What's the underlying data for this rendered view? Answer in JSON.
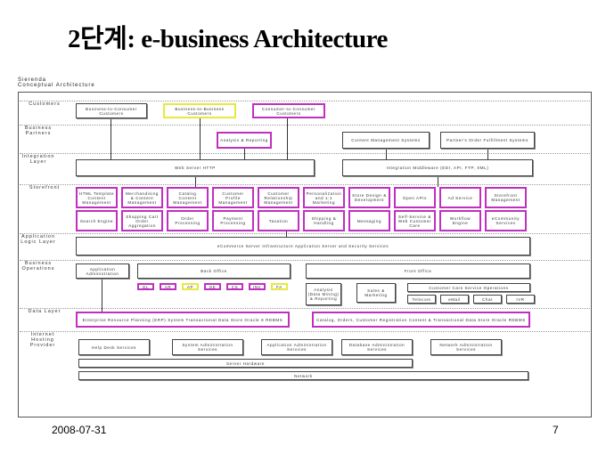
{
  "title": "2단계: e-business Architecture",
  "subtitle": [
    "Sierenda",
    "Conceptual Architecture"
  ],
  "footer": {
    "date": "2008-07-31",
    "page": "7"
  },
  "colors": {
    "accent_magenta": "#c030c0",
    "accent_yellow": "#e8e840",
    "border": "#444444"
  },
  "lanes": [
    "Customers",
    "Business Partners",
    "Integration Layer",
    "Storefront",
    "Application Logic Layer",
    "Business Operations",
    "Data Layer",
    "Internet Hosting Provider"
  ],
  "customers": [
    "Business-to-Consumer Customers",
    "Business-to-Business Customers",
    "Consumer-to-Consumer Customers"
  ],
  "partners": [
    "Analysis & Reporting",
    "Content Management Systems",
    "Partner's Order Fulfillment Systems"
  ],
  "integration": [
    "Web Server HTTP",
    "Integration Middleware (EDI, API, FTP, XML)"
  ],
  "storefront_row1": [
    "HTML Template Content Management",
    "Merchandising & Content Management",
    "Catalog Content Management",
    "Customer Profile Management",
    "Customer Relationship Management",
    "Personalization and 1:1 Marketing",
    "Store Design & Development",
    "Open APIs",
    "Ad Service",
    "Storefront Management"
  ],
  "storefront_row2": [
    "Search Engine",
    "Shopping Cart Order Aggregation",
    "Order Processing",
    "Payment Processing",
    "Taxation",
    "Shipping & Handling",
    "Messaging",
    "Self-Service & Web Customer Care",
    "Workflow Engine",
    "eCommunity Services"
  ],
  "app_logic": "eCommerce Server Infrastructure Application Server and Security Services",
  "operations": {
    "app_admin": "Application Administration",
    "back_office": "Back Office",
    "front_office": "Front Office",
    "modules": [
      "GL",
      "AR",
      "AP",
      "OE",
      "CS",
      "INV",
      "FA"
    ],
    "analysis": "Analysis (Data Mining) & Reporting",
    "sales": "Sales & Marketing",
    "care": "Customer Care Service Operations",
    "channels": [
      "Telecom",
      "eMail",
      "Chat",
      "IVR"
    ]
  },
  "data_layer": [
    "Enterprise Resource Planning (ERP) System Transactional Data Store Oracle 8 RDBMS",
    "Catalog, Orders, Customer Registration Content & Transactional Data Store Oracle RDBMS"
  ],
  "hosting": [
    "Help Desk Services",
    "System Administration Services",
    "Application Administration Services",
    "Database Administration Services",
    "Network Administration Services"
  ],
  "server_hw": "Server Hardware",
  "network": "Network"
}
